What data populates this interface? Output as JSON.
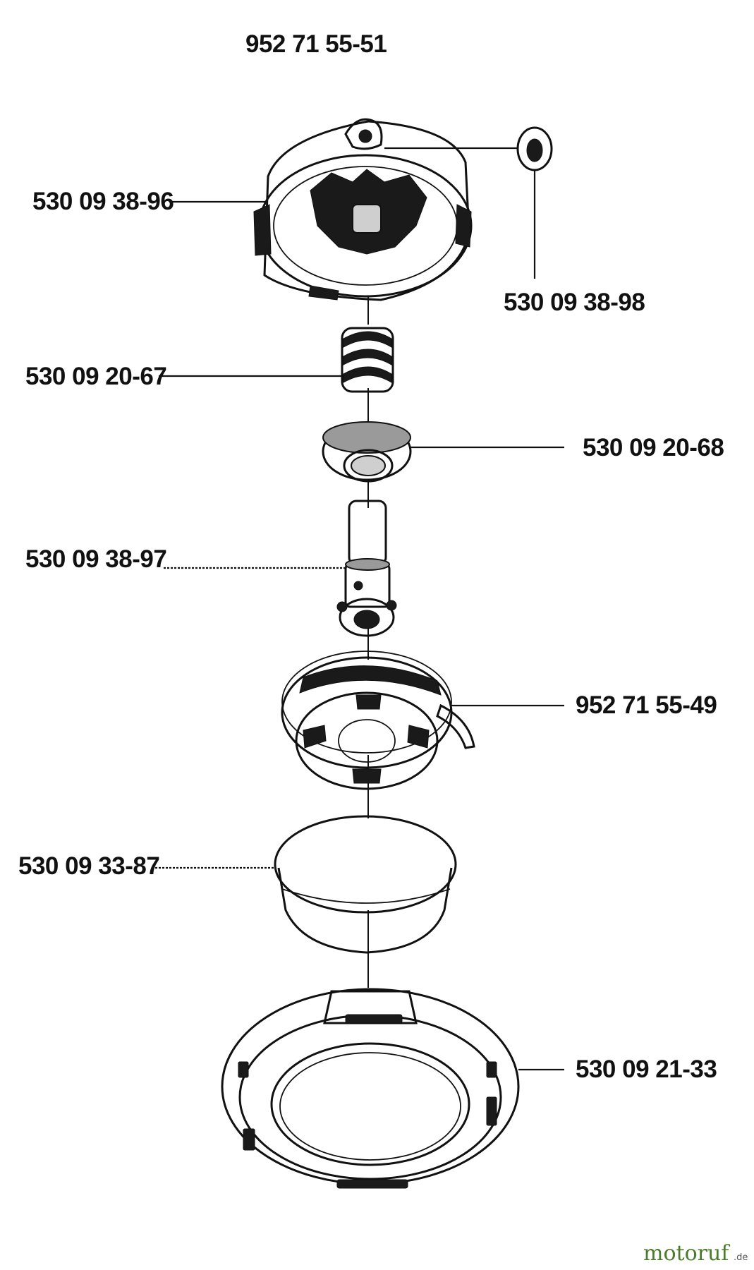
{
  "assembly_number": "952 71 55-51",
  "parts": [
    {
      "id": "p1",
      "number": "530 09 38-96"
    },
    {
      "id": "p2",
      "number": "530 09 38-98"
    },
    {
      "id": "p3",
      "number": "530 09 20-67"
    },
    {
      "id": "p4",
      "number": "530 09 20-68"
    },
    {
      "id": "p5",
      "number": "530 09 38-97"
    },
    {
      "id": "p6",
      "number": "952 71 55-49"
    },
    {
      "id": "p7",
      "number": "530 09 33-87"
    },
    {
      "id": "p8",
      "number": "530 09 21-33"
    }
  ],
  "watermark": {
    "text": "motoruf",
    "suffix": ".de"
  }
}
